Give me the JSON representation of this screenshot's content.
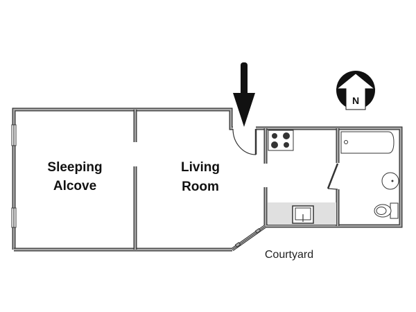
{
  "rooms": {
    "sleeping_alcove": [
      "Sleeping",
      "Alcove"
    ],
    "living_room": [
      "Living",
      "Room"
    ]
  },
  "labels": {
    "courtyard": "Courtyard",
    "north": "N"
  },
  "icons": [
    "entrance-arrow-icon",
    "north-compass-icon",
    "stove-icon",
    "sink-icon",
    "bathtub-icon",
    "washbasin-icon",
    "toilet-icon"
  ],
  "colors": {
    "wall": "#333333",
    "wall_fill": "#aaaaaa",
    "counter": "#e0e0e0"
  }
}
